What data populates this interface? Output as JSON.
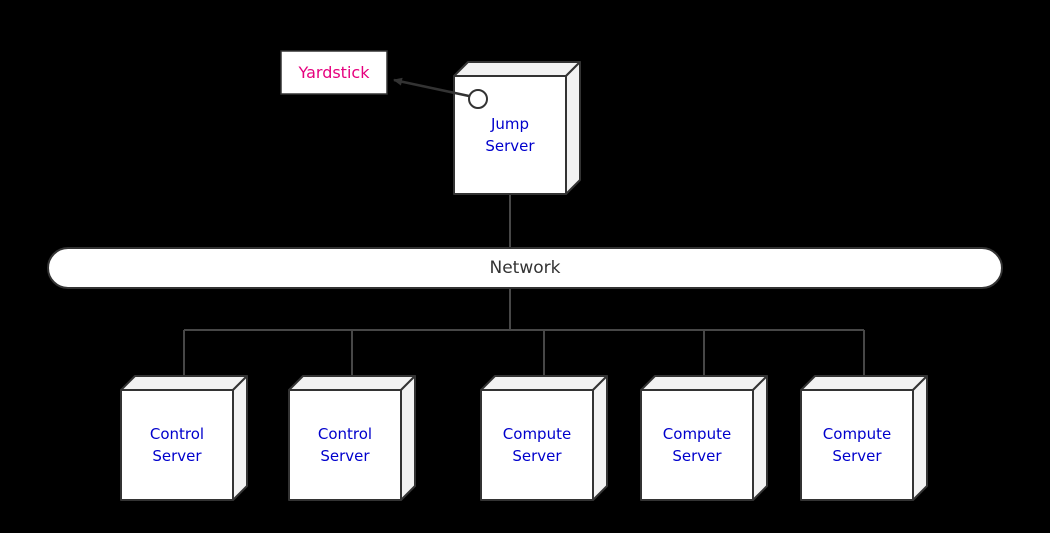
{
  "diagram": {
    "colors": {
      "background": "#000000",
      "node_fill": "#ffffff",
      "node_shade": "#f2f2f2",
      "outline": "#333333",
      "connector": "#474747",
      "server_label_color": "#0000cc",
      "network_label_color": "#333333",
      "yardstick_label_color": "#e6007e"
    },
    "yardstick": {
      "label": "Yardstick"
    },
    "jump_server": {
      "label": "Jump Server"
    },
    "network": {
      "label": "Network"
    },
    "servers": [
      {
        "label": "Control Server"
      },
      {
        "label": "Control Server"
      },
      {
        "label": "Compute Server"
      },
      {
        "label": "Compute Server"
      },
      {
        "label": "Compute Server"
      }
    ]
  }
}
